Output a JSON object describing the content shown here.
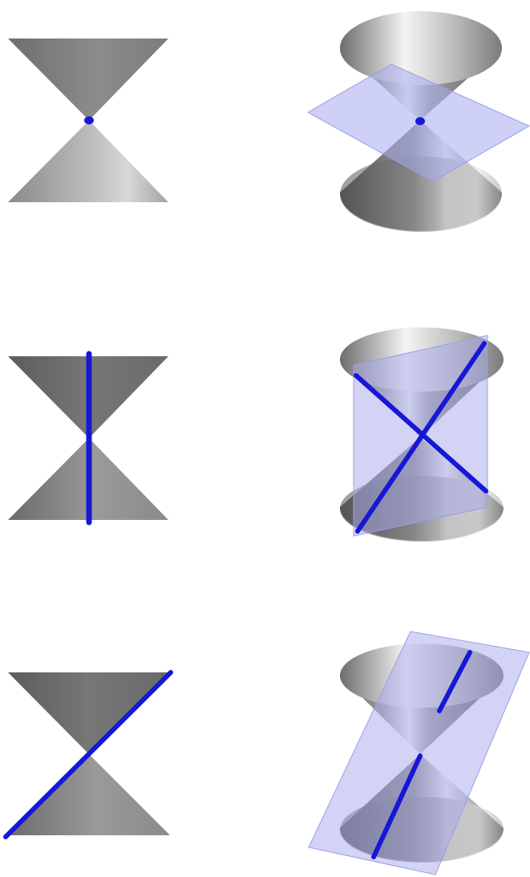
{
  "figure": {
    "rows": [
      {
        "side_view": {
          "intersection": "point"
        },
        "perspective_view": {
          "intersection": "point"
        }
      },
      {
        "side_view": {
          "intersection": "single-line"
        },
        "perspective_view": {
          "intersection": "two-lines"
        }
      },
      {
        "side_view": {
          "intersection": "single-line"
        },
        "perspective_view": {
          "intersection": "single-line"
        }
      }
    ]
  },
  "colors": {
    "accent_blue": "#1717d6",
    "plane_fill": "#a8aaec",
    "cone_dark": "#5a5a5a",
    "cone_light": "#d4d4d4",
    "background": "#ffffff"
  }
}
